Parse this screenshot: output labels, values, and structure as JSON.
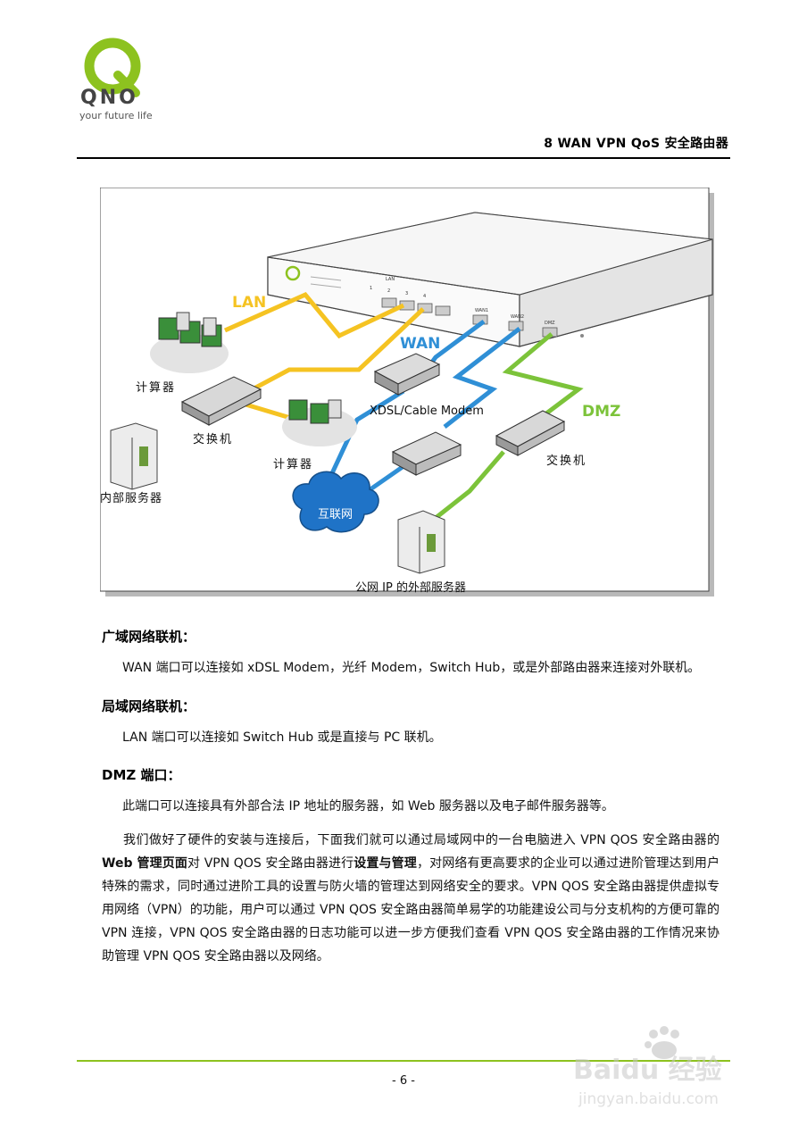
{
  "header": {
    "logo_text": "QNO",
    "tagline": "your future life",
    "doc_title": "8 WAN VPN QoS 安全路由器"
  },
  "figure": {
    "labels": {
      "lan": "LAN",
      "wan": "WAN",
      "dmz": "DMZ",
      "computer_1": "计算器",
      "switch_1": "交换机",
      "internal_server": "内部服务器",
      "computer_2": "计算器",
      "modem": "XDSL/Cable Modem",
      "internet": "互联网",
      "switch_2": "交换机",
      "external_server": "公网 IP 的外部服务器"
    },
    "port_labels": {
      "lan_group": "LAN",
      "lan_1": "1",
      "lan_2": "2",
      "lan_3": "3",
      "lan_4": "4",
      "wan1": "WAN1",
      "wan2": "WAN2",
      "dmz": "DMZ"
    },
    "colors": {
      "lan": "#f5c322",
      "wan": "#2f8fd6",
      "dmz": "#7cc33a"
    }
  },
  "sections": [
    {
      "heading": "广域网络联机：",
      "text": "WAN 端口可以连接如 xDSL Modem，光纤 Modem，Switch Hub，或是外部路由器来连接对外联机。"
    },
    {
      "heading": "局域网络联机：",
      "text": "LAN 端口可以连接如 Switch Hub 或是直接与 PC 联机。"
    },
    {
      "heading": "DMZ 端口：",
      "text": "此端口可以连接具有外部合法 IP 地址的服务器，如 Web 服务器以及电子邮件服务器等。"
    }
  ],
  "body": {
    "p1_a": "我们做好了硬件的安装与连接后，下面我们就可以通过局域网中的一台电脑进入 VPN QOS 安全路由器的 ",
    "p1_b": "Web 管理页面",
    "p1_c": "对 VPN QOS 安全路由器进行",
    "p1_d": "设置与管理",
    "p1_e": "，对网络有更高要求的企业可以通过进阶管理达到用户特殊的需求，同时通过进阶工具的设置与防火墙的管理达到网络安全的要求。VPN QOS 安全路由器提供虚拟专用网络（VPN）的功能，用户可以通过 VPN QOS 安全路由器简单易学的功能建设公司与分支机构的方便可靠的 VPN 连接，VPN QOS 安全路由器的日志功能可以进一步方便我们查看 VPN QOS 安全路由器的工作情况来协助管理 VPN QOS 安全路由器以及网络。"
  },
  "footer": {
    "page_number": "- 6 -",
    "watermark_brand": "Baidu 经验",
    "watermark_url": "jingyan.baidu.com"
  }
}
